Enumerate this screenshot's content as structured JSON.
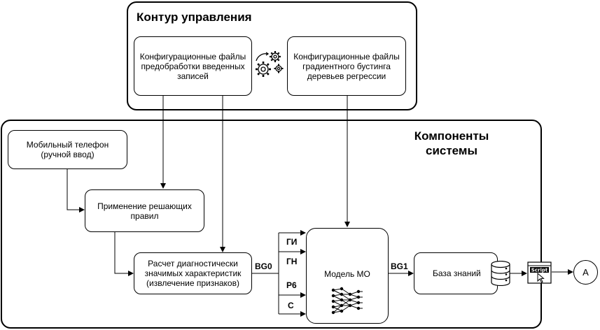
{
  "control_loop": {
    "title": "Контур управления",
    "preproc_config": "Конфигурационные файлы предобработки введенных записей",
    "gbr_config": "Конфигурационные файлы градиентного бустинга деревьев регрессии"
  },
  "system_components": {
    "title": "Компоненты системы",
    "mobile_phone": "Мобильный телефон (ручной ввод)",
    "decision_rules": "Применение решающих правил",
    "feature_extraction": "Расчет диагностически значимых характеристик (извлечение признаков)",
    "ml_model": "Модель МО",
    "knowledge_base": "База знаний",
    "output_connector": "A"
  },
  "edge_labels": {
    "bg0": "BG0",
    "bg1": "BG1",
    "inputs": [
      "ГИ",
      "ГН",
      "Р6",
      "С"
    ]
  },
  "icons": [
    "gears-icon",
    "neural-network-icon",
    "database-icon",
    "script-icon"
  ],
  "colors": {
    "line": "#000000",
    "box_fill": "#ffffff"
  }
}
